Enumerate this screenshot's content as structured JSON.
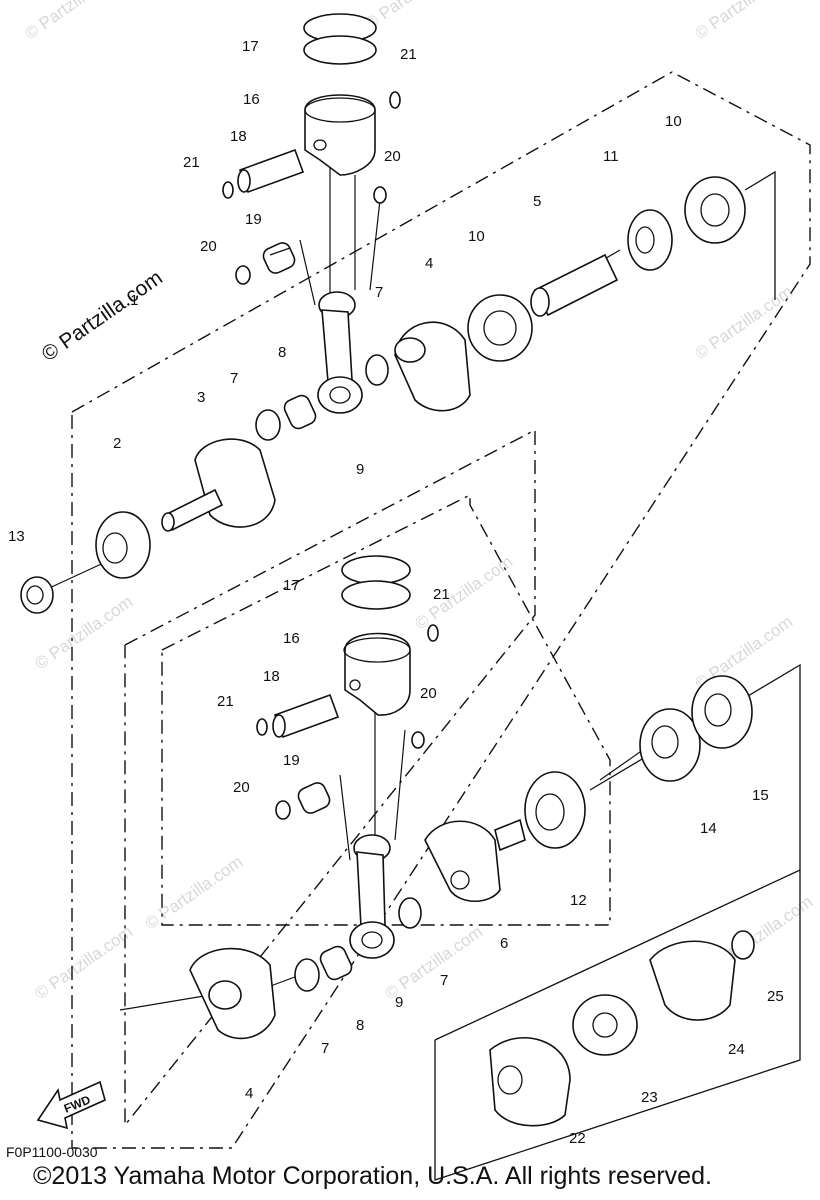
{
  "watermark": "© Partzilla.com",
  "diagram_code": "F0P1100-0030",
  "copyright": "©2013 Yamaha Motor Corporation, U.S.A. All rights reserved.",
  "fwd_label": "FWD",
  "callouts": {
    "c1": "1",
    "c2": "2",
    "c3": "3",
    "c4a": "4",
    "c4b": "4",
    "c5": "5",
    "c6": "6",
    "c7a": "7",
    "c7b": "7",
    "c7c": "7",
    "c8a": "8",
    "c8b": "8",
    "c9a": "9",
    "c9b": "9",
    "c10a": "10",
    "c10b": "10",
    "c11": "11",
    "c12": "12",
    "c13": "13",
    "c14": "14",
    "c15": "15",
    "c16a": "16",
    "c16b": "16",
    "c17a": "17",
    "c17b": "17",
    "c18a": "18",
    "c18b": "18",
    "c19a": "19",
    "c19b": "19",
    "c20a": "20",
    "c20b": "20",
    "c20c": "20",
    "c20d": "20",
    "c21a": "21",
    "c21b": "21",
    "c21c": "21",
    "c21d": "21",
    "c22": "22",
    "c23": "23",
    "c24": "24",
    "c25": "25"
  }
}
